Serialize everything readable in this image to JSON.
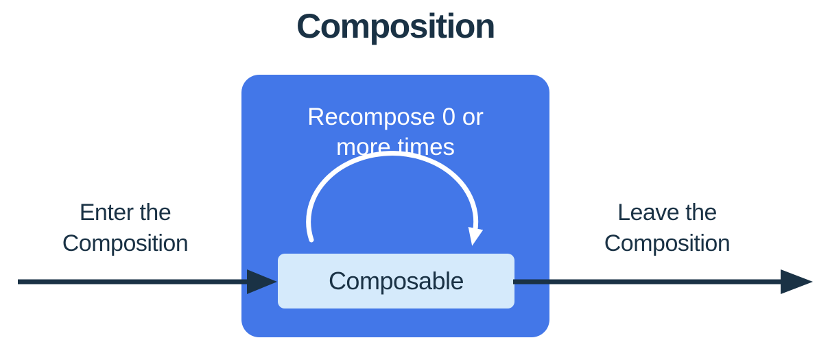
{
  "diagram": {
    "title": "Composition",
    "composition_box_label": "Composition",
    "enter_label": "Enter the\nComposition",
    "leave_label": "Leave the\nComposition",
    "recompose_label": "Recompose 0 or\nmore times",
    "composable_label": "Composable",
    "icons": {
      "enter_arrow": "right-arrow-icon",
      "leave_arrow": "right-arrow-icon",
      "recompose_arc": "curved-loop-arrow-icon"
    },
    "colors": {
      "container_blue": "#4377E8",
      "composable_fill": "#D5EAFB",
      "ink": "#1A3245",
      "arc_white": "#FFFFFF",
      "background": "#FFFFFF"
    }
  }
}
